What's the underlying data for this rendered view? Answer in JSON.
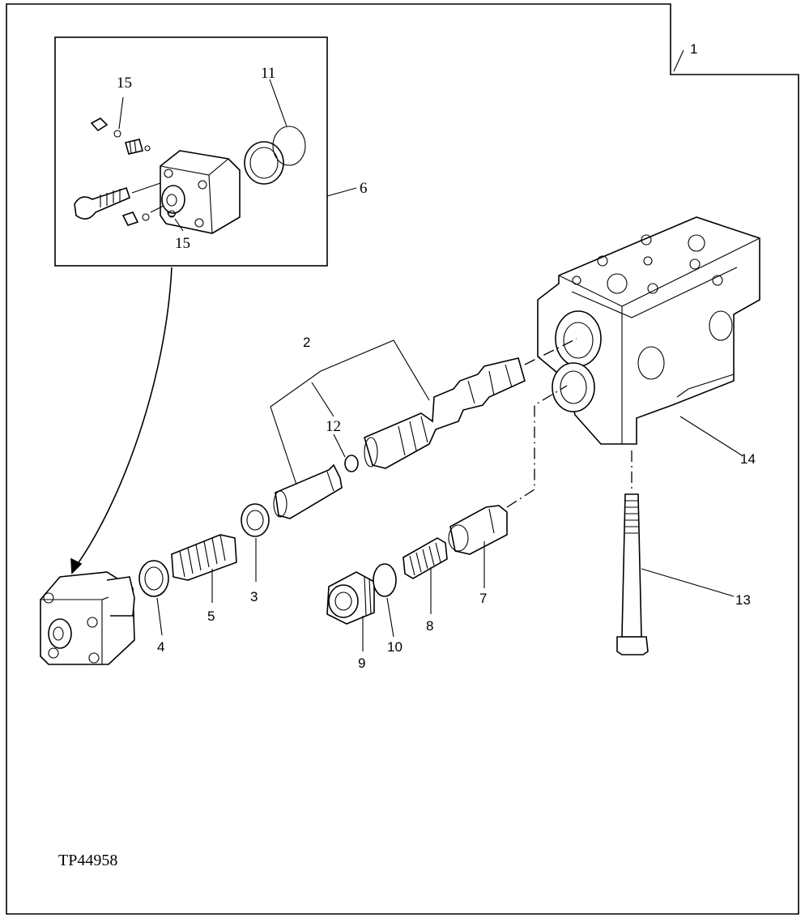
{
  "figure": {
    "reference_code": "TP44958"
  },
  "callouts": {
    "c1": "1",
    "c2": "2",
    "c3": "3",
    "c4": "4",
    "c5": "5",
    "c6": "6",
    "c7": "7",
    "c8": "8",
    "c9": "9",
    "c10": "10",
    "c11": "11",
    "c12": "12",
    "c13": "13",
    "c14": "14",
    "c15a": "15",
    "c15b": "15"
  },
  "parts": [
    {
      "callout": "1",
      "icon": "valve-assembly-border-icon"
    },
    {
      "callout": "2",
      "icon": "spool-icon"
    },
    {
      "callout": "3",
      "icon": "washer-icon"
    },
    {
      "callout": "4",
      "icon": "ring-icon"
    },
    {
      "callout": "5",
      "icon": "spring-icon"
    },
    {
      "callout": "6",
      "icon": "cap-assembly-icon"
    },
    {
      "callout": "7",
      "icon": "poppet-icon"
    },
    {
      "callout": "8",
      "icon": "spring-icon"
    },
    {
      "callout": "9",
      "icon": "plug-icon"
    },
    {
      "callout": "10",
      "icon": "o-ring-icon"
    },
    {
      "callout": "11",
      "icon": "o-ring-icon"
    },
    {
      "callout": "12",
      "icon": "o-ring-icon"
    },
    {
      "callout": "13",
      "icon": "bolt-icon"
    },
    {
      "callout": "14",
      "icon": "valve-housing-icon"
    },
    {
      "callout": "15",
      "icon": "o-ring-icon"
    }
  ]
}
